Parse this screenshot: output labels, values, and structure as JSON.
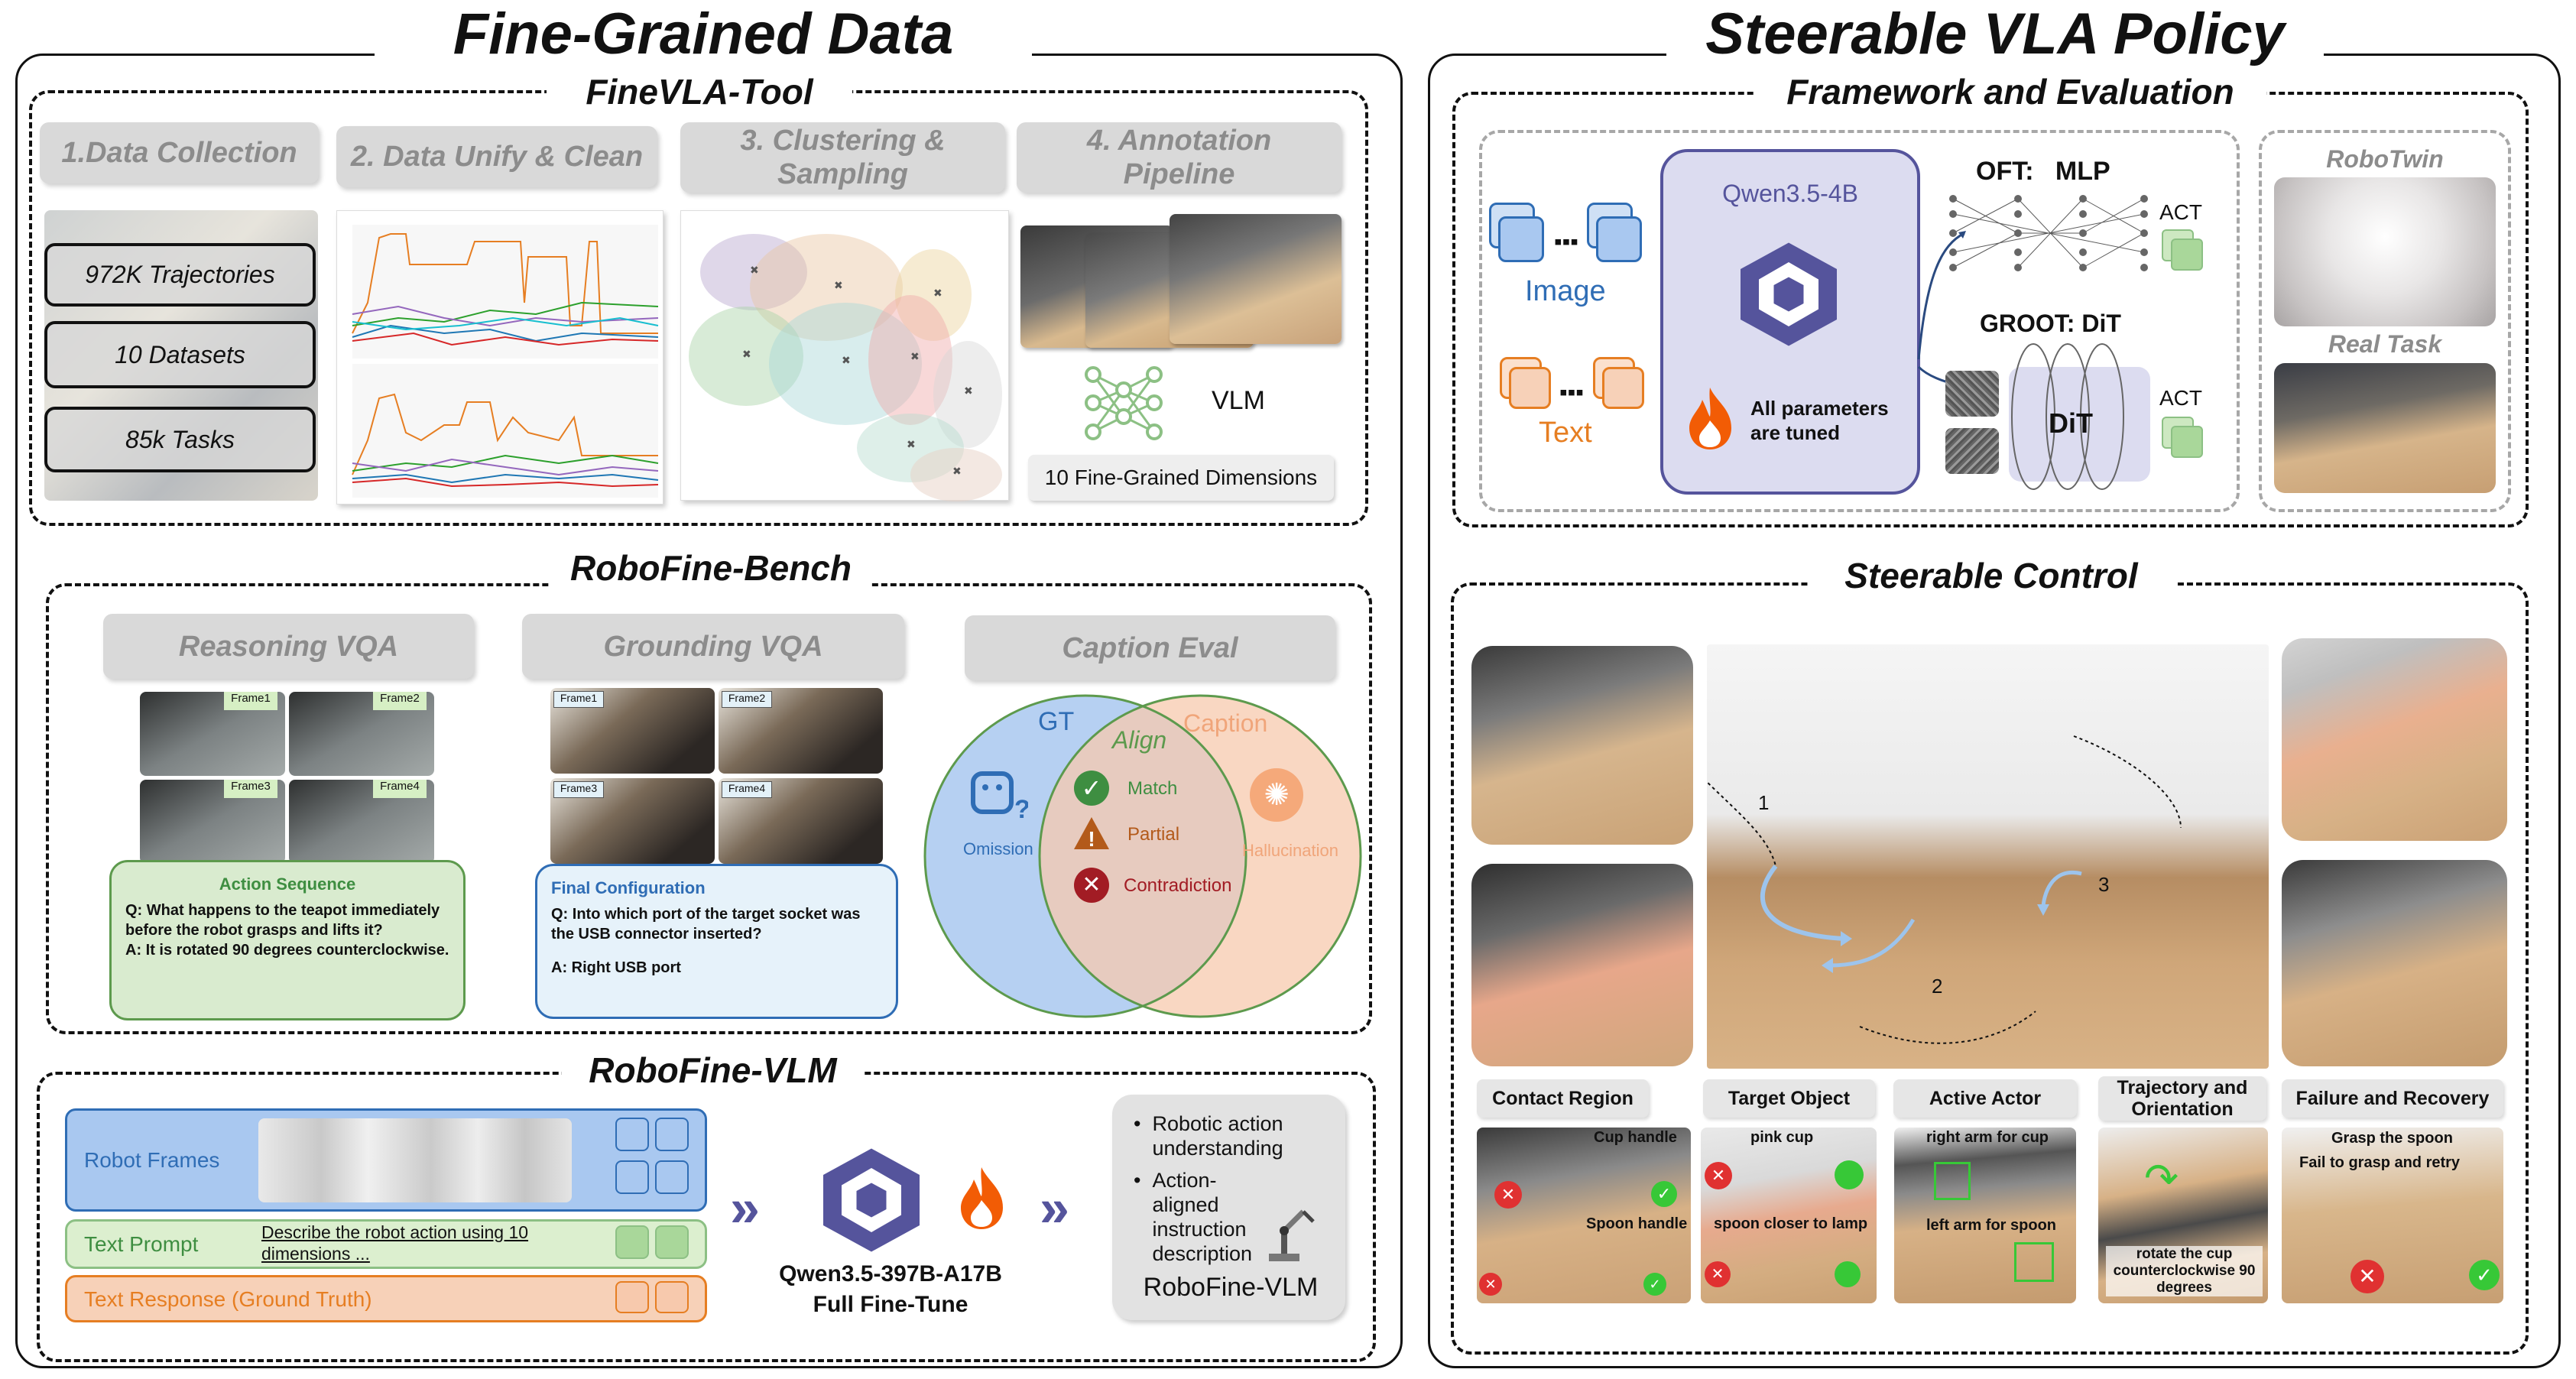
{
  "left": {
    "title": "Fine-Grained Data",
    "tool": {
      "title": "FineVLA-Tool",
      "steps": [
        "1.Data Collection",
        "2. Data Unify & Clean",
        "3. Clustering & Sampling",
        "4. Annotation Pipeline"
      ],
      "stats": [
        "972K Trajectories",
        "10 Datasets",
        "85k Tasks"
      ],
      "vlm_label": "VLM",
      "dimensions_label": "10 Fine-Grained Dimensions"
    },
    "bench": {
      "title": "RoboFine-Bench",
      "headers": [
        "Reasoning VQA",
        "Grounding  VQA",
        "Caption Eval"
      ],
      "reasoning_frames": [
        "Frame1",
        "Frame2",
        "Frame3",
        "Frame4"
      ],
      "reasoning_box": {
        "title": "Action Sequence",
        "q": "Q: What happens to the teapot immediately before the robot grasps and lifts it?",
        "a": "A: It is rotated 90 degrees counterclockwise."
      },
      "grounding_frames": [
        "Frame1",
        "Frame2",
        "Frame3",
        "Frame4"
      ],
      "grounding_box": {
        "title": "Final Configuration",
        "q": "Q: Into which port of the target socket was the USB connector inserted?",
        "a": "A: Right USB port"
      },
      "caption_eval": {
        "gt": "GT",
        "caption": "Caption",
        "align": "Align",
        "match": "Match",
        "partial": "Partial",
        "contradiction": "Contradiction",
        "omission": "Omission",
        "hallucination": "Hallucination"
      }
    },
    "vlm": {
      "title": "RoboFine-VLM",
      "robot_frames": "Robot Frames",
      "text_prompt": "Text Prompt",
      "prompt_text": "Describe the robot action using 10 dimensions ...",
      "text_response": "Text Response (Ground Truth)",
      "model_name": "Qwen3.5-397B-A17B",
      "finetune": "Full Fine-Tune",
      "bullets": [
        "Robotic action understanding",
        "Action-aligned instruction description"
      ],
      "output_name": "RoboFine-VLM",
      "arrow_glyph": "»"
    }
  },
  "right": {
    "title": "Steerable VLA Policy",
    "framework": {
      "title": "Framework and Evaluation",
      "image_label": "Image",
      "text_label": "Text",
      "model_name": "Qwen3.5-4B",
      "tuned_note": "All parameters are tuned",
      "oft_label": "OFT:   MLP",
      "groot_label": "GROOT: DiT",
      "dit_label": "DiT",
      "act_label_1": "ACT",
      "act_label_2": "ACT",
      "robotwin": "RoboTwin",
      "real_task": "Real Task"
    },
    "control": {
      "title": "Steerable Control",
      "path_numbers": [
        "1",
        "2",
        "3"
      ],
      "categories": [
        "Contact Region",
        "Target Object",
        "Active Actor",
        "Trajectory and Orientation",
        "Failure and Recovery"
      ],
      "contact_labels": [
        "Cup handle",
        "Spoon handle"
      ],
      "target_labels": [
        "pink cup",
        "spoon closer to lamp"
      ],
      "actor_labels": [
        "right arm for cup",
        "left arm for spoon"
      ],
      "traj_label": "rotate the cup counterclockwise 90 degrees",
      "failure_labels": [
        "Grasp the spoon",
        "Fail to grasp and retry"
      ]
    }
  },
  "colors": {
    "blue": "#2f6db5",
    "orange": "#e67e22",
    "green": "#3e8e41",
    "purple": "#55549c",
    "gt_fill": "#a9c8f0",
    "caption_fill": "#f7c9ad"
  }
}
